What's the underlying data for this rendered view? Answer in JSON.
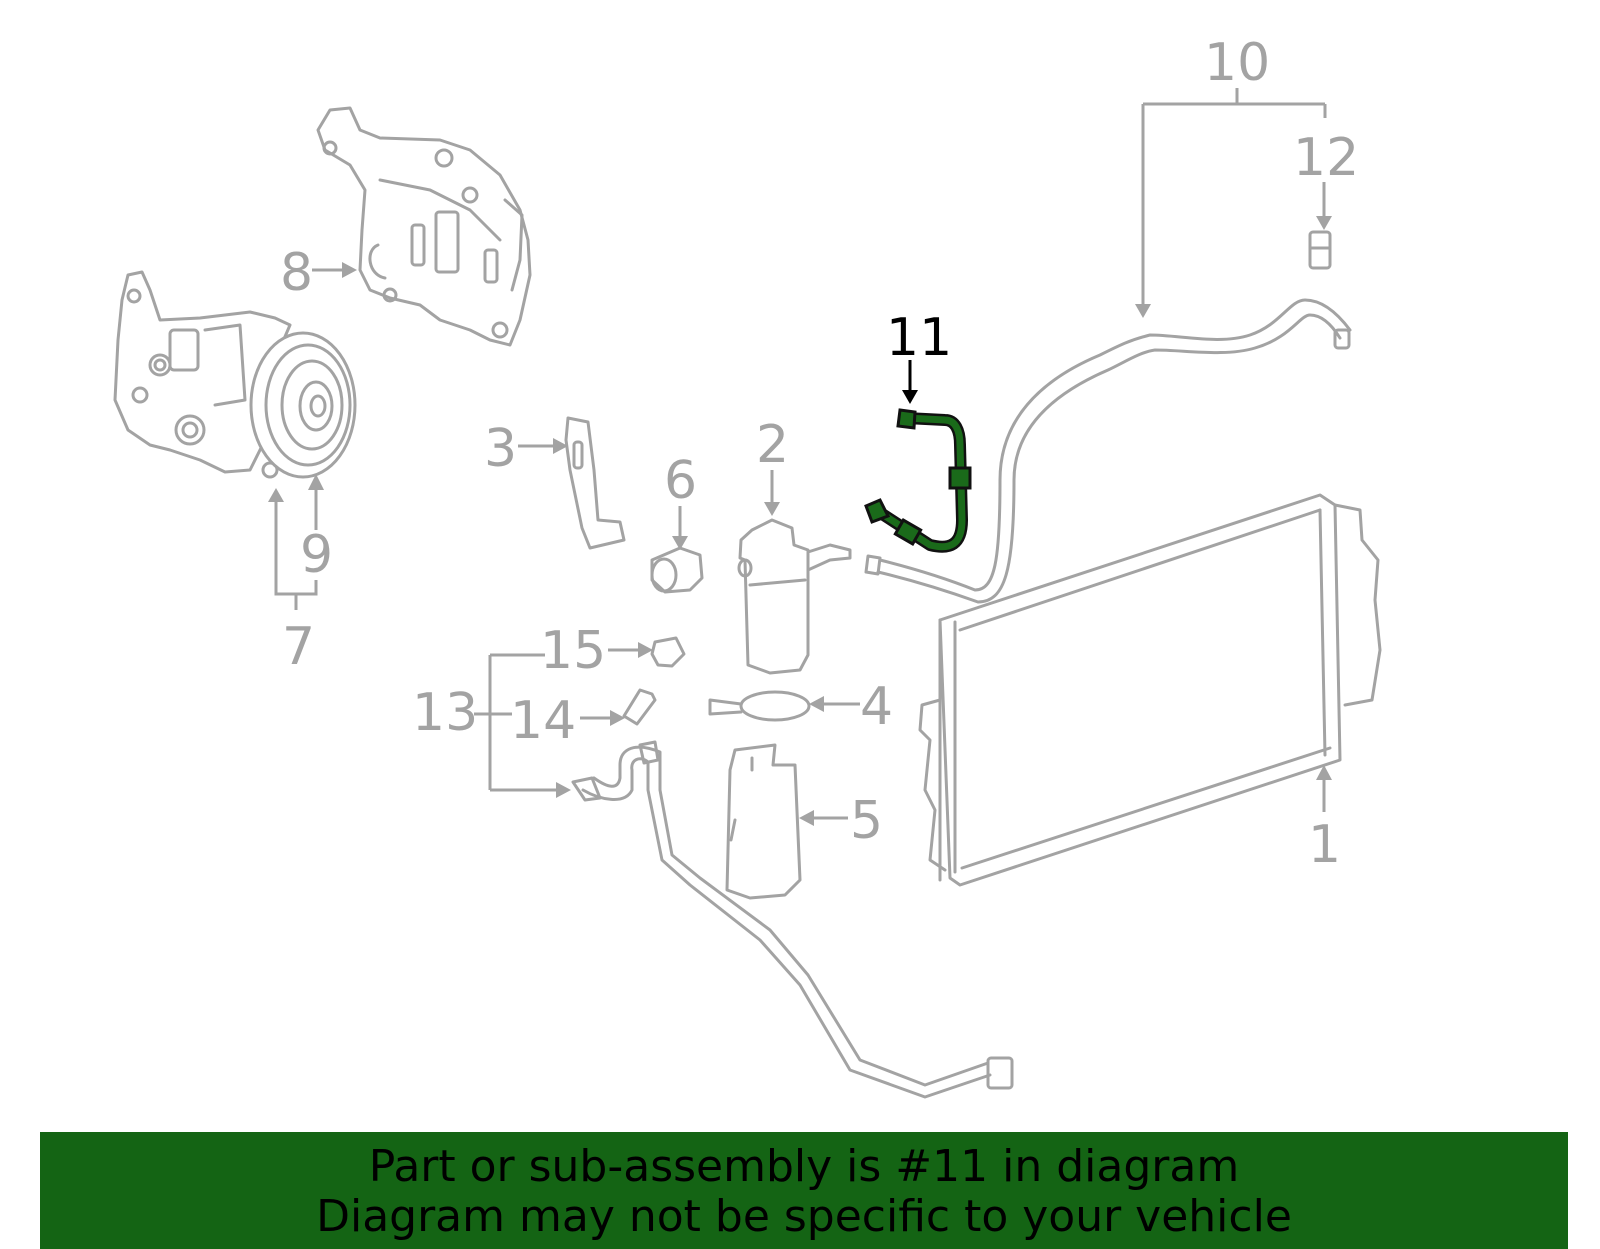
{
  "diagram": {
    "highlighted_part": "11",
    "callouts": {
      "c1": "1",
      "c2": "2",
      "c3": "3",
      "c4": "4",
      "c5": "5",
      "c6": "6",
      "c7": "7",
      "c8": "8",
      "c9": "9",
      "c10": "10",
      "c11": "11",
      "c12": "12",
      "c13": "13",
      "c14": "14",
      "c15": "15"
    },
    "colors": {
      "part_line": "#a3a3a3",
      "highlight": "#1a6a1a",
      "banner": "#146414"
    }
  },
  "banner": {
    "line1": "Part or sub-assembly is #11 in diagram",
    "line2": "Diagram may not be specific to your vehicle"
  }
}
